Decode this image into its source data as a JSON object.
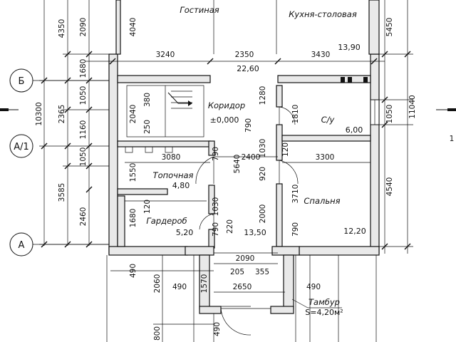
{
  "axes": {
    "b": "Б",
    "a1": "А/1",
    "a": "А",
    "section": "1"
  },
  "rooms": {
    "living": "Гостиная",
    "kitchen": "Кухня-столовая",
    "corridor": "Коридор",
    "corridor_level": "±0,000",
    "bathroom": "С/у",
    "bathroom_area": "6,00",
    "boiler": "Топочная",
    "boiler_area": "4,80",
    "wardrobe": "Гардероб",
    "wardrobe_area": "5,20",
    "bedroom": "Спальня",
    "bedroom_area": "12,20",
    "kitchen_area": "13,90",
    "corridor_area": "22,60",
    "hall_area": "13,50",
    "vestibule": "Тамбур",
    "vestibule_area": "S=4,20м²"
  },
  "dims": {
    "d3240": "3240",
    "d2350": "2350",
    "d3430": "3430",
    "d3080": "3080",
    "d2400": "2400",
    "d3300": "3300",
    "d2090": "2090",
    "d205": "205",
    "d355": "355",
    "d2650": "2650",
    "d490": "490",
    "v4350": "4350",
    "v10300": "10300",
    "v2365": "2365",
    "v3585": "3585",
    "v2090": "2090",
    "v1680a": "1680",
    "v1050a": "1050",
    "v1160": "1160",
    "v1050b": "1050",
    "v2460": "2460",
    "v4040": "4040",
    "v2040": "2040",
    "v380": "380",
    "v250": "250",
    "v1550": "1550",
    "v1680b": "1680",
    "v120a": "120",
    "v1280": "1280",
    "v790a": "790",
    "v1030a": "1030",
    "v5640": "5640",
    "v790b": "790",
    "v1030b": "1030",
    "v790c": "790",
    "v220": "220",
    "v2000": "2000",
    "v920": "920",
    "v1810": "1810",
    "v120b": "120",
    "v3710": "3710",
    "v5450": "5450",
    "v11040": "11040",
    "v1050c": "1050",
    "v4540": "4540",
    "v2060": "2060",
    "v1570": "1570",
    "v800": "800",
    "v490a": "490",
    "v490b": "490"
  }
}
